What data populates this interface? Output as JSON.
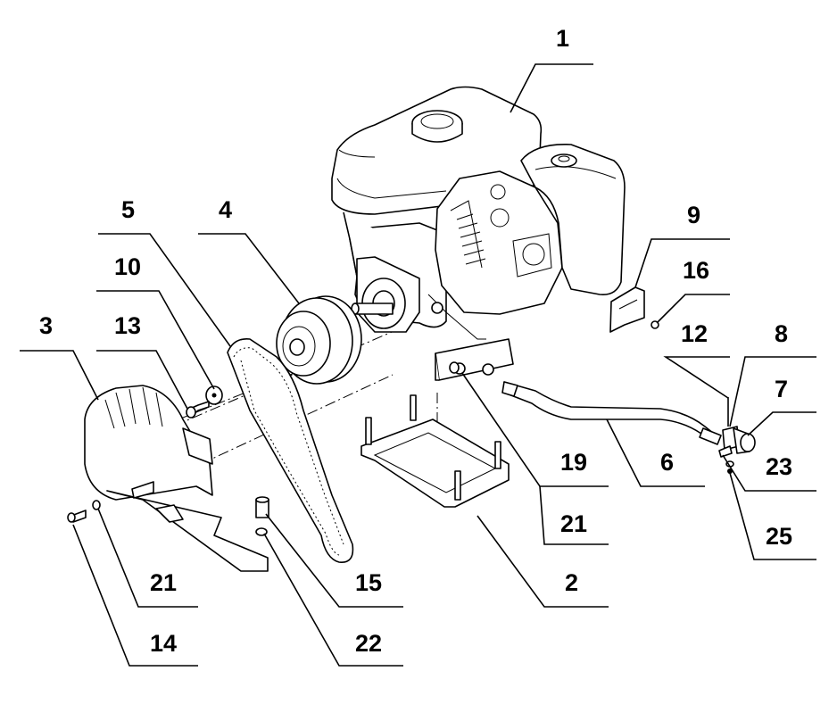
{
  "callouts": [
    "1",
    "2",
    "3",
    "4",
    "5",
    "6",
    "7",
    "8",
    "9",
    "10",
    "12",
    "13",
    "14",
    "15",
    "16",
    "19",
    "21",
    "21",
    "22",
    "23",
    "25"
  ],
  "parts": [
    "engine",
    "base-plate",
    "belt-guard",
    "pulley",
    "drive-belt",
    "hose",
    "fitting",
    "clamp",
    "bracket",
    "washer",
    "bolt",
    "bolt",
    "screw",
    "socket-cap-screw",
    "nut",
    "fitting",
    "washer",
    "washer",
    "washer",
    "nut",
    "washer"
  ]
}
